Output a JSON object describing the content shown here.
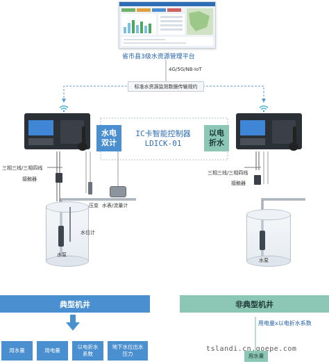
{
  "platform": {
    "title": "省市县3级水资源管理平台",
    "network": "4G/5G/NB-IoT",
    "protocol": "标准水资源监测数据传输规约"
  },
  "controller": {
    "name": "IC卡智能控制器",
    "model": "LDICK-01",
    "left_mode": [
      "水电",
      "双计"
    ],
    "right_mode": [
      "以电",
      "折水"
    ]
  },
  "left_well": {
    "power_label": "三相三线/三相四线",
    "contactor": "接触器",
    "pressure": "压变",
    "flow_meter": "水表/流量计",
    "level_gauge": "水位计",
    "pump": "水泵"
  },
  "right_well": {
    "power_label": "三相三线/三相四线",
    "contactor": "接触器",
    "pump": "水泵"
  },
  "typical": {
    "title": "典型机井",
    "items": [
      "用水量",
      "用电量",
      "以电折水系数",
      "地下水位出水压力"
    ]
  },
  "nontypical": {
    "title": "非典型机井",
    "formula": "用电量x以电折水系数",
    "result": "用水量"
  },
  "watermark": "tslandi.cn.goepe.com",
  "colors": {
    "blue": "#4a8fd0",
    "teal": "#8cc6b5",
    "dash": "#5b9bd5"
  }
}
